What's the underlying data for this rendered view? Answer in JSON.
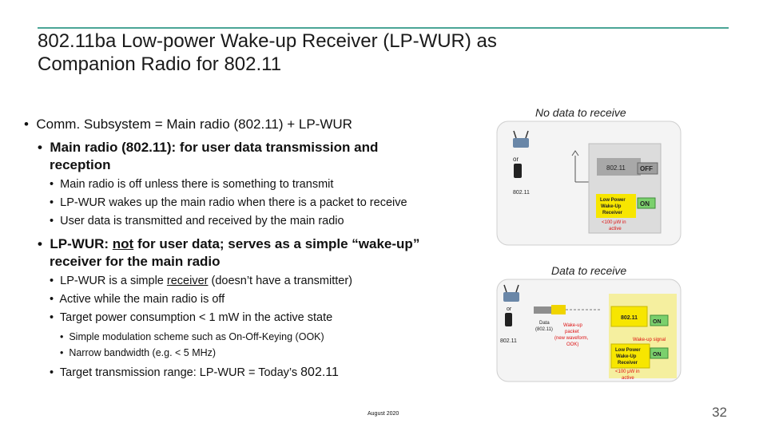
{
  "slide": {
    "title_line1": "802.11ba Low-power Wake-up Receiver (LP-WUR) as",
    "title_line2": "Companion Radio for 802.11",
    "footer": "August 2020",
    "page_number": "32"
  },
  "bullets": {
    "b1": "Comm. Subsystem = Main radio (802.11) + LP-WUR",
    "b2_line1": "Main radio (802.11): for user data transmission and",
    "b2_line2": "reception",
    "b2_sub1": "Main radio is off unless there is something to transmit",
    "b2_sub2": "LP-WUR wakes up the main radio when there is a packet to receive",
    "b2_sub3": "User data is transmitted and received by the main radio",
    "b3_pre": "LP-WUR: ",
    "b3_not": "not",
    "b3_post": " for user data; serves as a simple “wake-up”",
    "b3_line2": "receiver for the main radio",
    "b3_sub1_pre": "LP-WUR is a simple ",
    "b3_sub1_ul": "receiver",
    "b3_sub1_post": " (doesn’t have a transmitter)",
    "b3_sub2": "Active while the main radio is off",
    "b3_sub3": "Target power consumption < 1 mW in the active state",
    "b3_sub3_a": "Simple modulation scheme such as On-Off-Keying (OOK)",
    "b3_sub3_b": "Narrow bandwidth (e.g. < 5 MHz)",
    "b3_sub4_pre": "Target transmission range: LP-WUR = Today’s ",
    "b3_sub4_bold": "802.11"
  },
  "figure_top": {
    "title": "No data to receive",
    "or_label": "or",
    "device_label": "802.11",
    "main_radio": "802.11",
    "main_state": "OFF",
    "wur_label": [
      "Low Power",
      "Wake-Up",
      "Receiver"
    ],
    "wur_state": "ON",
    "power_note": [
      "<100 μW in",
      "active"
    ]
  },
  "figure_bottom": {
    "title": "Data to receive",
    "or_label": "or",
    "device_label": "802.11",
    "data_label": [
      "Data",
      "(802.11)"
    ],
    "wakeup_packet": [
      "Wake-up",
      "packet",
      "(new waveform,",
      "OOK)"
    ],
    "main_radio": "802.11",
    "main_state": "ON",
    "wakeup_signal": "Wake-up signal",
    "wur_label": [
      "Low Power",
      "Wake-Up",
      "Receiver"
    ],
    "wur_state": "ON",
    "power_note": [
      "<100 μW in",
      "active"
    ]
  }
}
